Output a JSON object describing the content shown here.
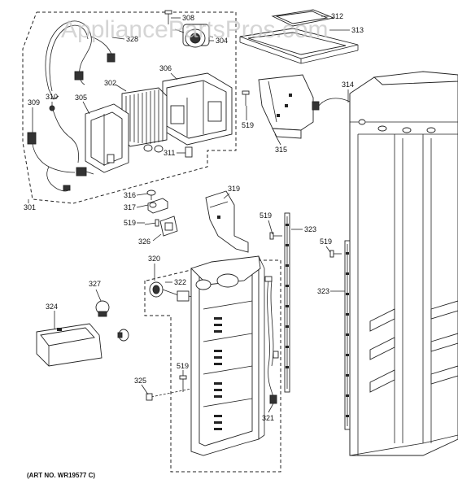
{
  "watermark": "AppliancePartsPros.com",
  "art_number": "(ART NO. WR19577 C)",
  "labels": {
    "p308": "308",
    "p328": "328",
    "p304": "304",
    "p312": "312",
    "p313": "313",
    "p306": "306",
    "p302": "302",
    "p305": "305",
    "p310": "310",
    "p309": "309",
    "p314": "314",
    "p519a": "519",
    "p315": "315",
    "p311": "311",
    "p301": "301",
    "p316": "316",
    "p317": "317",
    "p319": "319",
    "p519b": "519",
    "p326": "326",
    "p519c": "519",
    "p323a": "323",
    "p519d": "519",
    "p320": "320",
    "p322": "322",
    "p327": "327",
    "p323b": "323",
    "p324": "324",
    "p519e": "519",
    "p325": "325",
    "p321": "321"
  }
}
